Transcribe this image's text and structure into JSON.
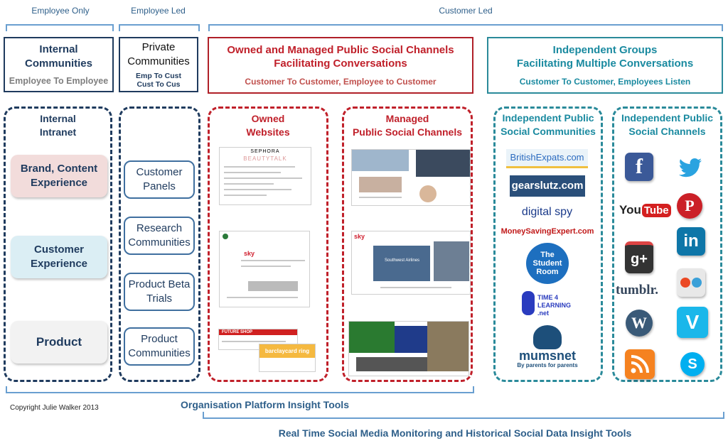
{
  "headers": {
    "employee_only": "Employee Only",
    "employee_led": "Employee Led",
    "customer_led": "Customer Led"
  },
  "top_boxes": {
    "internal": {
      "title": "Internal Communities",
      "sub": "Employee To Employee"
    },
    "private": {
      "title": "Private Communities",
      "sub1": "Emp To Cust",
      "sub2": "Cust To Cus"
    },
    "owned_managed": {
      "title1": "Owned and Managed Public Social Channels",
      "title2": "Facilitating Conversations",
      "sub": "Customer To Customer, Employee to Customer"
    },
    "independent": {
      "title1": "Independent Groups",
      "title2": "Facilitating Multiple Conversations",
      "sub": "Customer To Customer, Employees Listen"
    }
  },
  "columns": {
    "internal_intranet": {
      "title1": "Internal",
      "title2": "Intranet",
      "items": [
        "Brand, Content Experience",
        "Customer Experience",
        "Product"
      ]
    },
    "private": {
      "items": [
        "Customer Panels",
        "Research Communities",
        "Product Beta Trials",
        "Product Communities"
      ]
    },
    "owned": {
      "title1": "Owned",
      "title2": "Websites",
      "shots": [
        "SEPHORA",
        "BEAUTYTALK",
        "sky",
        "FUTURE SHOP",
        "barclaycard ring"
      ]
    },
    "managed": {
      "title1": "Managed",
      "title2": "Public Social Channels",
      "shots": [
        "sky",
        "Southwest Airlines"
      ]
    },
    "communities": {
      "title1": "Independent Public",
      "title2": "Social Communities",
      "logos": [
        "BritishExpats.com",
        "gearslutz.com",
        "digital spy",
        "MoneySavingExpert.com",
        "The Student Room",
        "TIME 4 LEARNING .net",
        "mumsnet",
        "By parents for parents"
      ]
    },
    "channels": {
      "title1": "Independent Public",
      "title2": "Social Channels",
      "icons": [
        "facebook-icon",
        "twitter-icon",
        "youtube-icon",
        "pinterest-icon",
        "google-plus-icon",
        "linkedin-icon",
        "tumblr-icon",
        "stumbleupon-icon",
        "wordpress-icon",
        "vimeo-icon",
        "rss-icon",
        "skype-icon"
      ],
      "icon_text": {
        "facebook": "f",
        "youtube_you": "You",
        "youtube_tube": "Tube",
        "pinterest": "P",
        "gplus": "g+",
        "linkedin": "in",
        "tumblr": "tumblr.",
        "wordpress": "W",
        "vimeo": "V",
        "skype": "S"
      }
    }
  },
  "footer": {
    "copyright": "Copyright Julie Walker 2013",
    "platform": "Organisation Platform Insight Tools",
    "realtime": "Real Time Social Media Monitoring and Historical Social Data Insight Tools"
  },
  "colors": {
    "navy": "#1f3b5e",
    "red": "#c0202a",
    "teal": "#1a8aa0",
    "bracket": "#6a9fd0"
  }
}
